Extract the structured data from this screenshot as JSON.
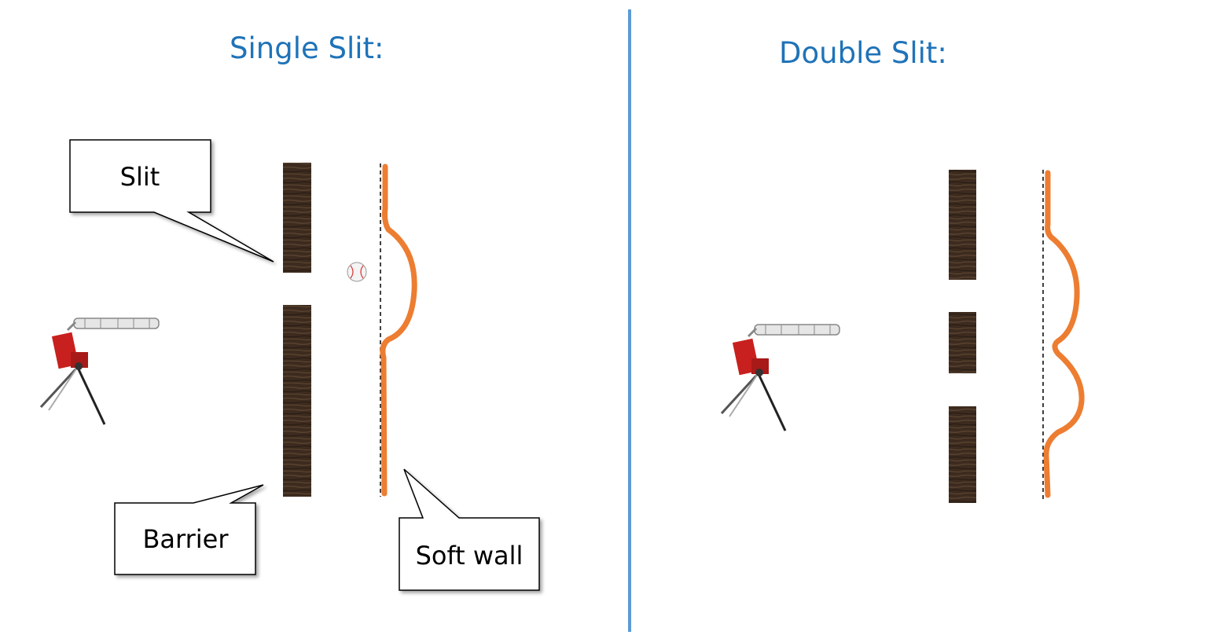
{
  "panels": {
    "single": {
      "title": "Single Slit:"
    },
    "double": {
      "title": "Double Slit:"
    }
  },
  "callouts": {
    "slit": "Slit",
    "barrier": "Barrier",
    "soft_wall": "Soft wall"
  },
  "colors": {
    "title": "#1f73b8",
    "divider": "#5b9bd5",
    "wave": "#ed7d31",
    "barrier_wood": "#3d2b1f",
    "machine_red": "#c8201e"
  },
  "icons": {
    "pitching_machine": "pitching-machine-icon",
    "baseball": "baseball-icon"
  }
}
